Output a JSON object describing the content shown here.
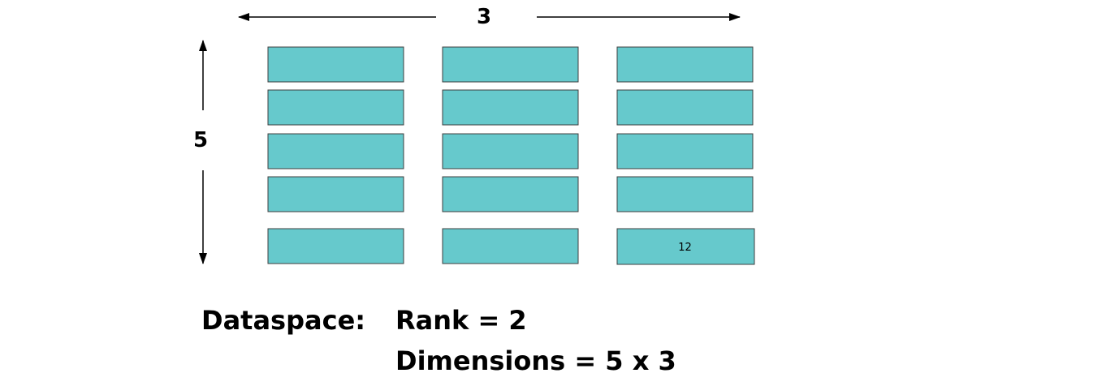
{
  "grid": {
    "rows": 5,
    "cols": 3,
    "cell_fill": "#66C9CC",
    "cell_stroke": "#3F3F3F",
    "labeled_cell": {
      "row": 4,
      "col": 2,
      "text": "12"
    }
  },
  "labels": {
    "cols": "3",
    "rows": "5",
    "dataspace": "Dataspace:",
    "rank": "Rank = 2",
    "dimensions": "Dimensions = 5 x 3"
  }
}
